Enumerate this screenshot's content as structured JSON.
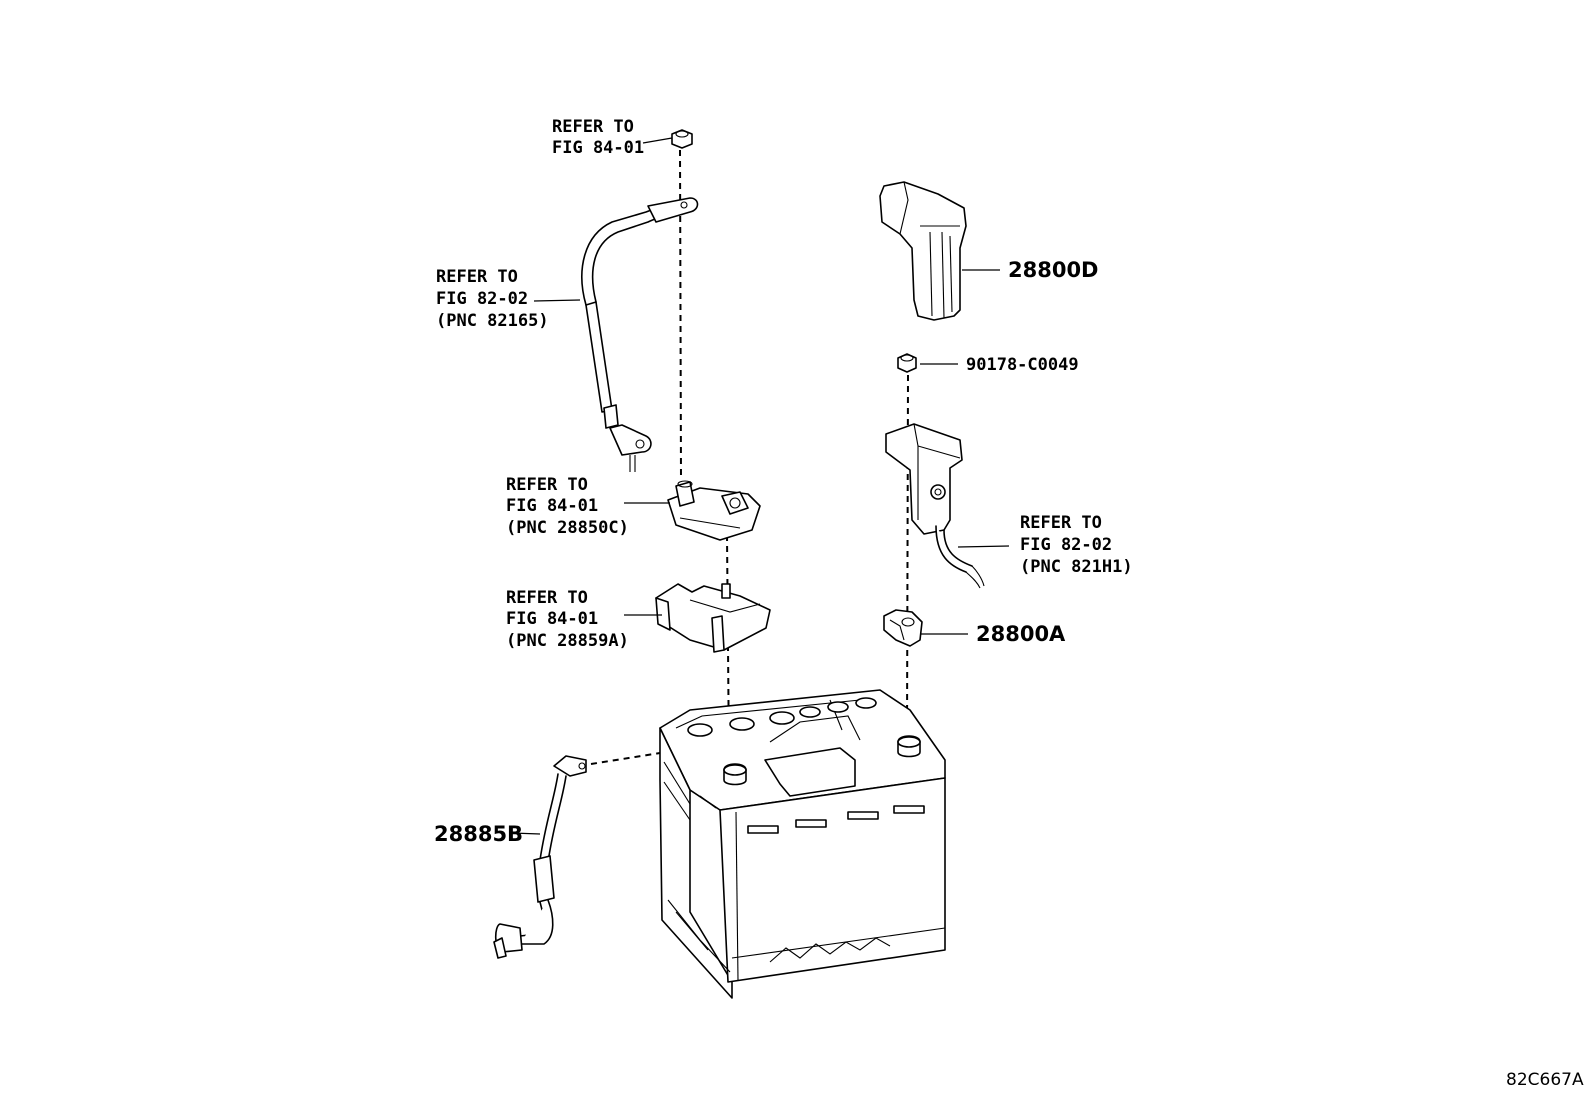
{
  "labels": {
    "top_nut_ref": [
      "REFER TO",
      "FIG 84-01"
    ],
    "cable_ref": [
      "REFER TO",
      "FIG 82-02",
      "(PNC 82165)"
    ],
    "clamp_ref": [
      "REFER TO",
      "FIG 84-01",
      "(PNC 28850C)"
    ],
    "bracket_ref": [
      "REFER TO",
      "FIG 84-01",
      "(PNC 28859A)"
    ],
    "right_cable_ref": [
      "REFER TO",
      "FIG 82-02",
      "(PNC 821H1)"
    ],
    "part_28800D": "28800D",
    "part_90178": "90178-C0049",
    "part_28800A": "28800A",
    "part_28885B": "28885B",
    "figure_code": "82C667A"
  }
}
